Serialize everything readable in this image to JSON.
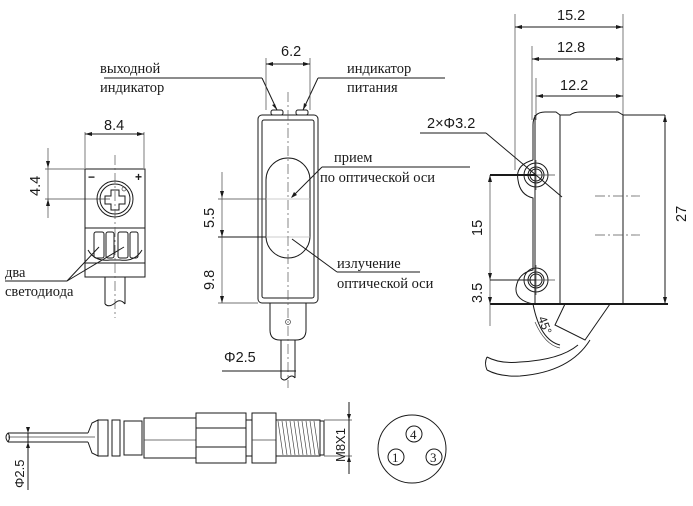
{
  "drawing": {
    "title": "Optical sensor dimensional drawing",
    "labels": {
      "output_indicator_1": "выходной",
      "output_indicator_2": "индикатор",
      "power_indicator_1": "индикатор",
      "power_indicator_2": "питания",
      "receive_1": "прием",
      "receive_2": "по оптической оси",
      "emit_1": "излучение",
      "emit_2": "оптической оси",
      "leds_1": "два",
      "leds_2": "светодиода",
      "minus": "−",
      "plus": "+"
    },
    "dimensions": {
      "front_width": "8.4",
      "front_height": "4.4",
      "top_width": "6.2",
      "axis_spacing": "5.5",
      "axis_to_bottom": "9.8",
      "cable_diameter": "Φ2.5",
      "side_total": "15.2",
      "side_mid": "12.8",
      "side_body": "12.2",
      "mount_holes": "2×Φ3.2",
      "hole_spacing": "15",
      "hole_offset": "3.5",
      "height": "27",
      "angle": "45°",
      "connector_cable": "Φ2.5",
      "thread": "M8X1"
    },
    "connector_pins": [
      "1",
      "4",
      "3"
    ]
  }
}
